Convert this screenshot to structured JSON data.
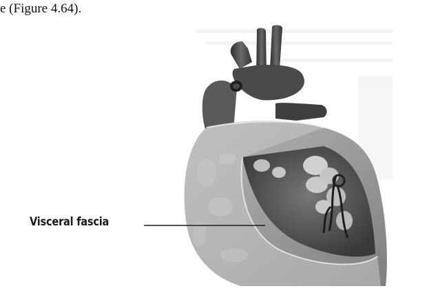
{
  "text": {
    "caption_fragment": "e (Figure 4.64).",
    "label": "Visceral fascia"
  },
  "figure": {
    "subject": "heart-illustration",
    "style": "grayscale"
  },
  "colors": {
    "text": "#111111",
    "heart_dark": "#3f3f3f",
    "heart_mid": "#8a8a8a",
    "fascia_light": "#cfcfcf"
  }
}
